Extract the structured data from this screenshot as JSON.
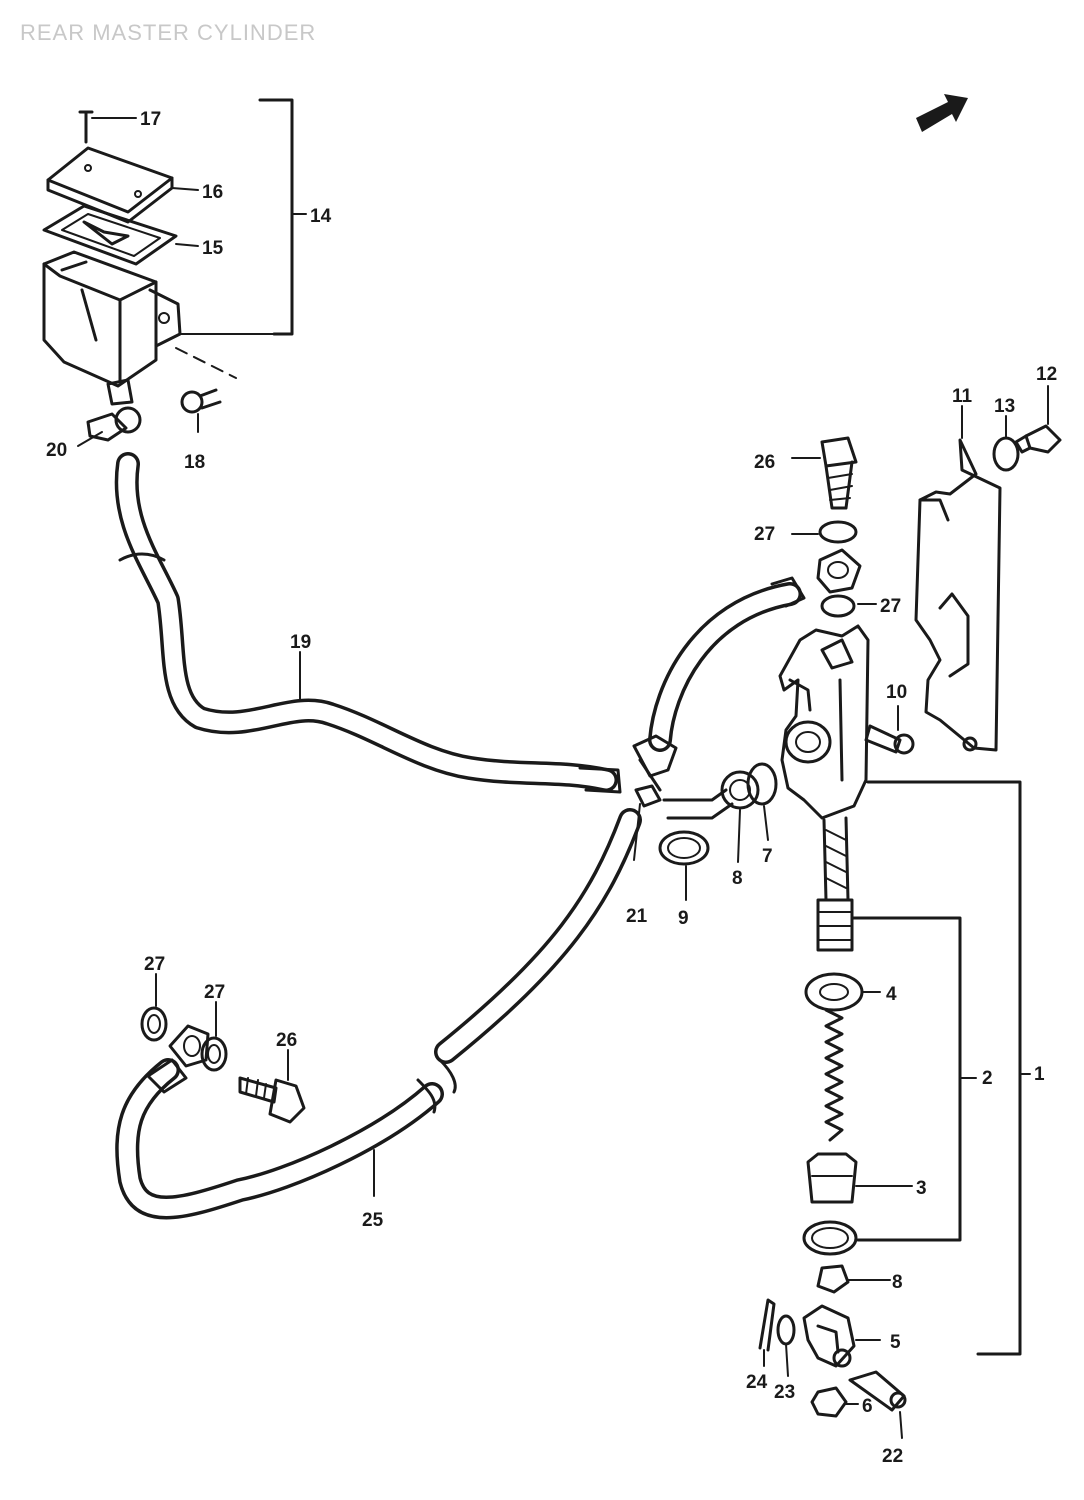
{
  "diagram": {
    "title": "REAR MASTER CYLINDER",
    "callouts": {
      "p1": "1",
      "p2": "2",
      "p3": "3",
      "p4": "4",
      "p5": "5",
      "p6": "6",
      "p7": "7",
      "p8a": "8",
      "p8b": "8",
      "p9": "9",
      "p10": "10",
      "p11": "11",
      "p12": "12",
      "p13": "13",
      "p14": "14",
      "p15": "15",
      "p16": "16",
      "p17": "17",
      "p18": "18",
      "p19": "19",
      "p20": "20",
      "p21": "21",
      "p22": "22",
      "p23": "23",
      "p24": "24",
      "p25": "25",
      "p26a": "26",
      "p26b": "26",
      "p27a": "27",
      "p27b": "27",
      "p27c": "27",
      "p27d": "27"
    }
  }
}
